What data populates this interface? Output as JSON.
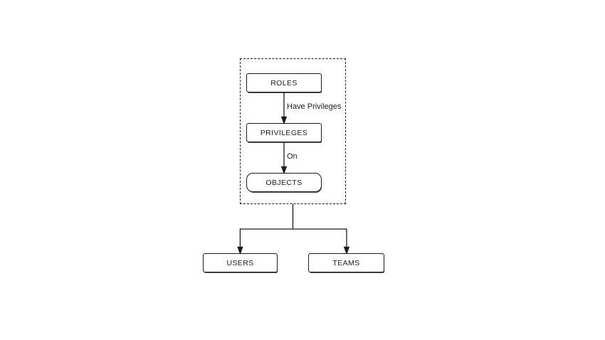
{
  "diagram": {
    "nodes": {
      "roles": {
        "label": "ROLES"
      },
      "privileges": {
        "label": "PRIVILEGES"
      },
      "objects": {
        "label": "OBJECTS"
      },
      "users": {
        "label": "USERS"
      },
      "teams": {
        "label": "TEAMS"
      }
    },
    "edge_labels": {
      "roles_to_privileges": "Have Privileges",
      "privileges_to_objects": "On"
    },
    "colors": {
      "stroke": "#1c1c1c",
      "node_fill": "#ffffff",
      "background": "#ffffff",
      "text": "#1c1c1c"
    }
  }
}
